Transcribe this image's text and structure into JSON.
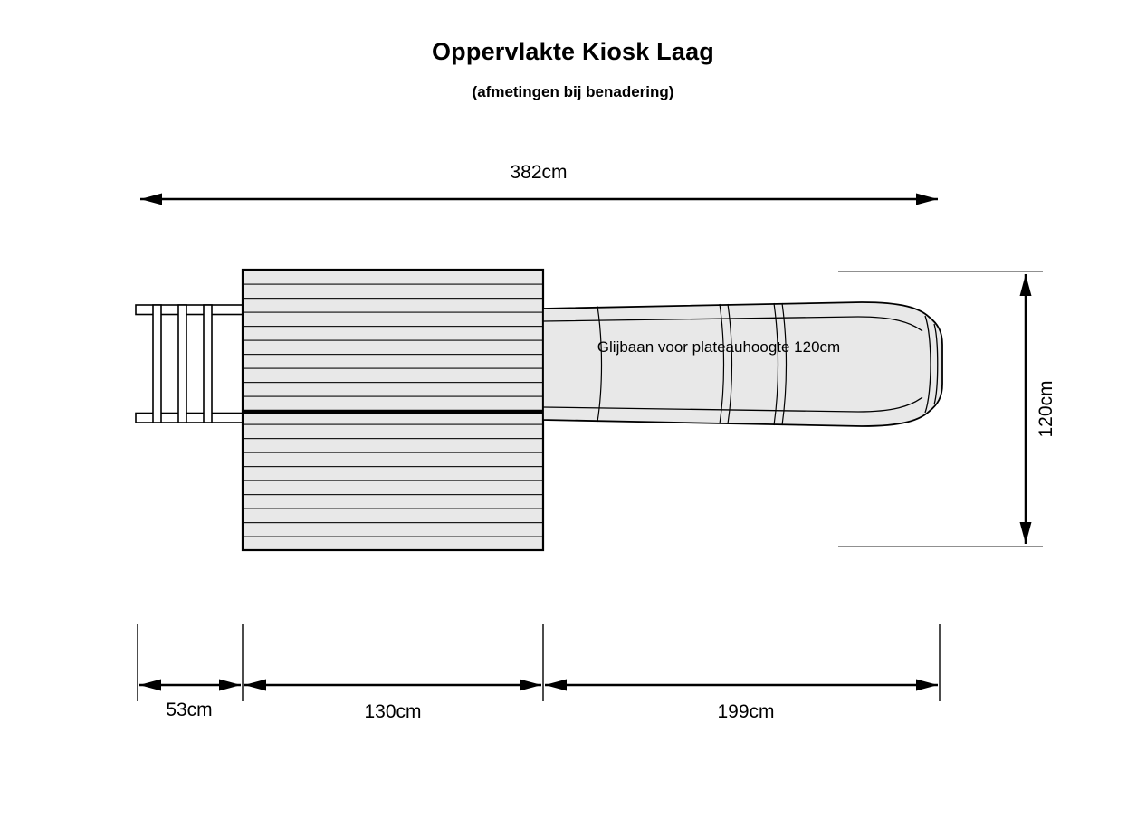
{
  "page": {
    "title": "Oppervlakte Kiosk Laag",
    "subtitle": "(afmetingen bij benadering)"
  },
  "diagram": {
    "slide_label": "Glijbaan voor plateauhoogte 120cm",
    "colors": {
      "surface_fill": "#e8e8e8",
      "line": "#000000",
      "reference_line": "#4d4d4d",
      "background": "#ffffff"
    }
  },
  "dimensions": {
    "total_width": "382cm",
    "depth": "120cm",
    "ladder_width": "53cm",
    "platform_width": "130cm",
    "slide_length": "199cm"
  }
}
